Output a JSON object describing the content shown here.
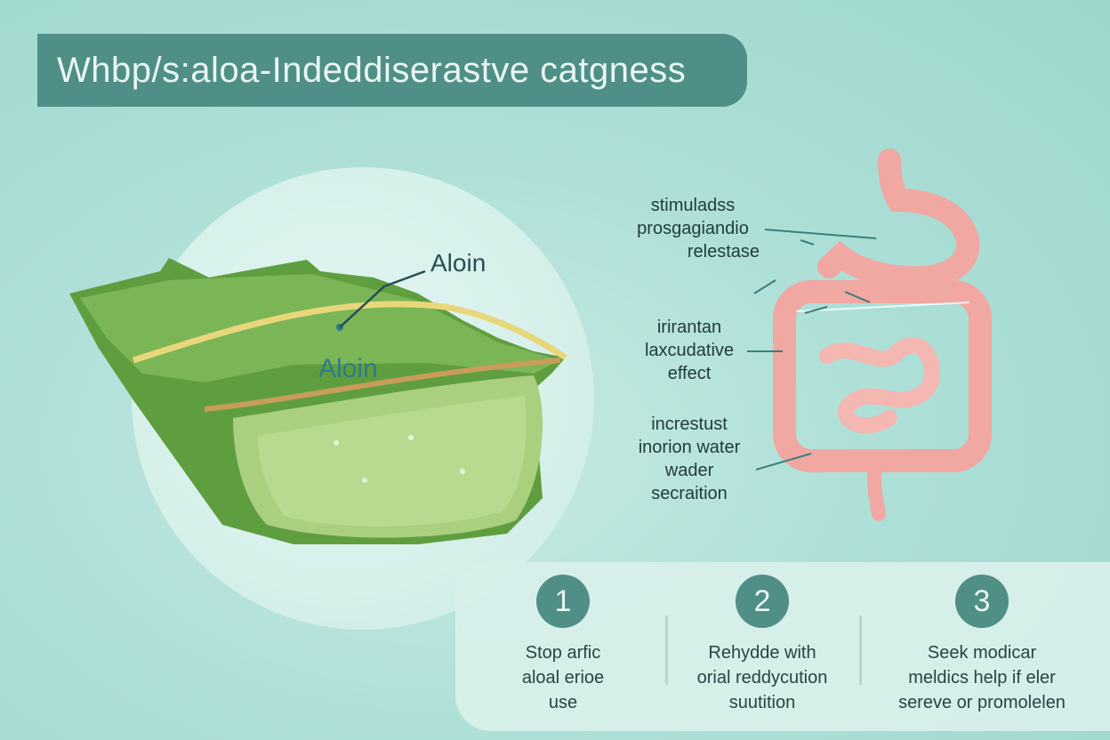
{
  "title": "Whbp/s:aloa-Indeddiserastve catgness",
  "leaf_labels": {
    "aloin_callout": "Aloin",
    "aloin_inner": "Aloin"
  },
  "effects": [
    {
      "lines": [
        "stimuladss",
        "prosgagiandio",
        "relestase"
      ]
    },
    {
      "lines": [
        "irirantan",
        "laxcudative",
        "effect"
      ]
    },
    {
      "lines": [
        "increstust",
        "inorion water",
        "wader",
        "secraition"
      ]
    }
  ],
  "steps": [
    {
      "number": "1",
      "lines": [
        "Stop arfic",
        "aloal erioe",
        "use"
      ]
    },
    {
      "number": "2",
      "lines": [
        "Rehydde with",
        "orial reddycution",
        "suutition"
      ]
    },
    {
      "number": "3",
      "lines": [
        "Seek modicar",
        "meldics help if eler",
        "sereve or promolelen"
      ]
    }
  ],
  "colors": {
    "teal_dark": "#4f8f88",
    "leaf_green": "#5f9e3f",
    "leaf_inner": "#a9cf7f",
    "aloin_yellow": "#e8d77a",
    "intestine_pink": "#f1a7a2",
    "arrow": "#3b7f7d"
  }
}
